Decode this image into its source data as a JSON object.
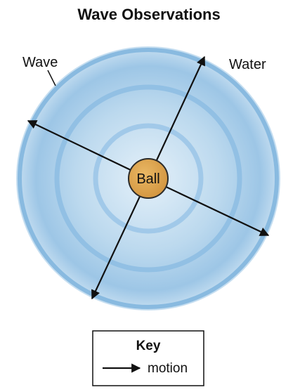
{
  "title": "Wave Observations",
  "labels": {
    "wave": "Wave",
    "water": "Water",
    "ball": "Ball"
  },
  "key": {
    "title": "Key",
    "motion": "motion"
  },
  "colors": {
    "water_light": "#dcebf7",
    "water_mid": "#a9cde8",
    "wave_ring": "#7fb4dd",
    "ball_fill": "#dba24f",
    "ball_stroke": "#2b2b2b",
    "arrow": "#111111"
  }
}
